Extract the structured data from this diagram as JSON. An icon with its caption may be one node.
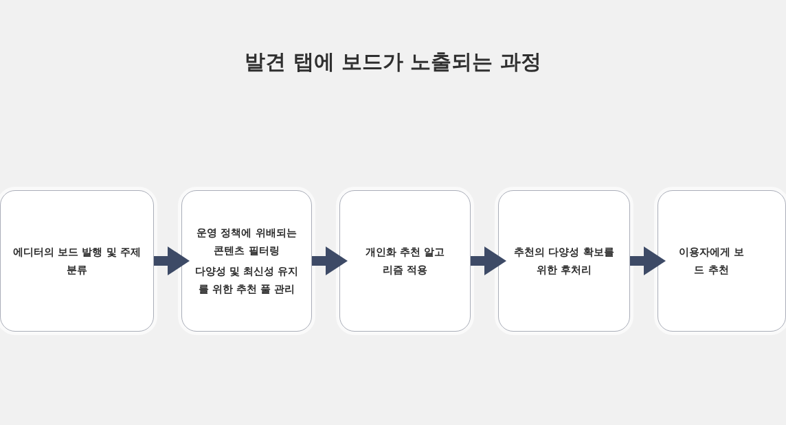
{
  "diagram": {
    "title": "발견 탭에 보드가 노출되는 과정",
    "nodes": [
      {
        "text": [
          "에디터의 보드 발행 및 주제 분류"
        ]
      },
      {
        "text": [
          "운영 정책에 위배되는 콘텐츠 필터링",
          "다양성 및 최신성 유지를 위한 추천 풀 관리"
        ]
      },
      {
        "text": [
          "개인화 추천 알고리즘 적용"
        ]
      },
      {
        "text": [
          "추천의 다양성 확보를 위한 후처리"
        ]
      },
      {
        "text": [
          "이용자에게 보드 추천"
        ]
      }
    ],
    "edges": [
      {
        "from": 0,
        "to": 1,
        "arrow": "to"
      },
      {
        "from": 1,
        "to": 2,
        "arrow": "to"
      },
      {
        "from": 2,
        "to": 3,
        "arrow": "to"
      },
      {
        "from": 3,
        "to": 4,
        "arrow": "to"
      }
    ]
  }
}
